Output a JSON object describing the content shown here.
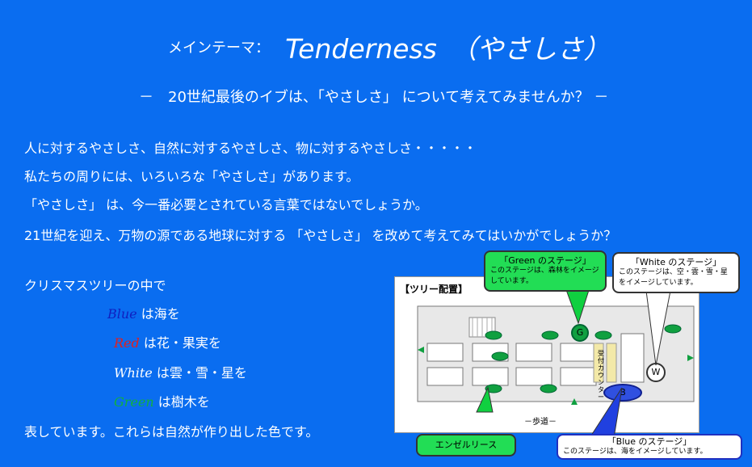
{
  "header": {
    "theme_label": "メインテーマ：",
    "theme_title": "Tenderness　（やさしさ）",
    "subtitle": "－　20世紀最後のイブは、「やさしさ」 について考えてみませんか？ －"
  },
  "intro": {
    "lines": [
      "人に対するやさしさ、自然に対するやさしさ、物に対するやさしさ・・・・・",
      "私たちの周りには、いろいろな「やさしさ」があります。",
      "「やさしさ」 は、今一番必要とされている言葉ではないでしょうか。",
      "21世紀を迎え、万物の源である地球に対する 「やさしさ」 を改めて考えてみてはいかがでしょうか？"
    ]
  },
  "colors_section": {
    "intro": "クリスマスツリーの中で",
    "items": [
      {
        "color_word": "Blue",
        "text": "は海を",
        "color": "#1020c0"
      },
      {
        "color_word": "Red",
        "text": "は花・果実を",
        "color": "#e02020"
      },
      {
        "color_word": "White",
        "text": "は雲・雪・星を",
        "color": "#ffffff"
      },
      {
        "color_word": "Green",
        "text": "は樹木を",
        "color": "#10b040"
      }
    ],
    "closing": "表しています。これらは自然が作り出した色です。"
  },
  "map": {
    "title": "【ツリー配置】",
    "green_stage": {
      "title": "「Green のステージ」",
      "desc": "このステージは、森林をイメージしています。",
      "marker": "G"
    },
    "white_stage": {
      "title": "「White のステージ」",
      "desc": "このステージは、空・雲・雪・星をイメージしています。",
      "marker": "W"
    },
    "blue_stage": {
      "title": "「Blue のステージ」",
      "desc": "このステージは、海をイメージしています。",
      "marker": "B"
    },
    "angel_wreath": "エンゼルリース",
    "walkway": "－歩道－",
    "counter": "受付カウンター"
  }
}
